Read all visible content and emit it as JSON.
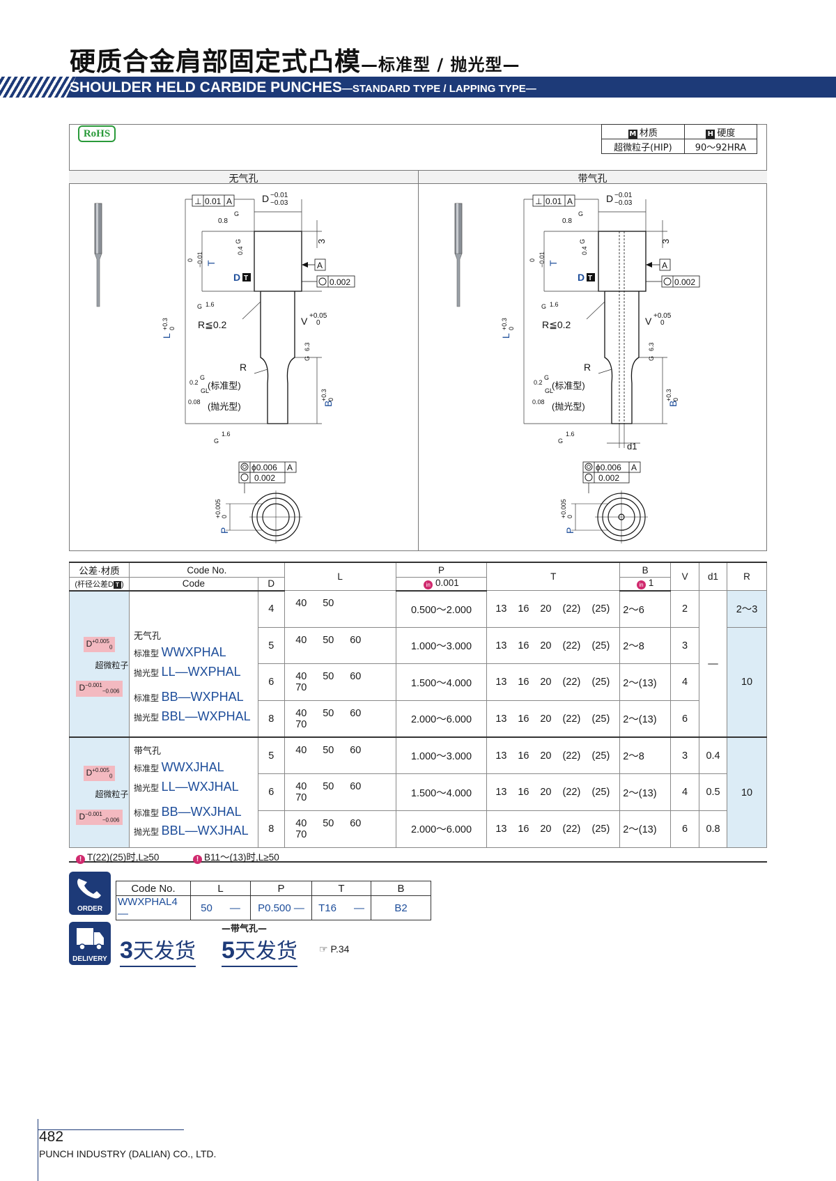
{
  "header": {
    "title_cn": "硬质合金肩部固定式凸模",
    "title_cn_sub": "—标准型 / 抛光型—",
    "title_en": "SHOULDER HELD CARBIDE PUNCHES",
    "title_en_sub": "—STANDARD TYPE / LAPPING TYPE—"
  },
  "rohs": "RoHS",
  "material": {
    "m_icon": "M",
    "h_icon": "H",
    "material_label": "材质",
    "hardness_label": "硬度",
    "material_value": "超微粒子(HIP)",
    "hardness_value": "90～92HRA"
  },
  "sections": {
    "left": "无气孔",
    "right": "带气孔"
  },
  "drawing": {
    "perp": "⊥",
    "perp_val": "0.01",
    "datum": "A",
    "d_label": "D",
    "d_tol_top": "−0.01",
    "d_tol_bot": "−0.03",
    "g": "G",
    "rough_08": "0.8",
    "rough_04": "0.4",
    "rough_16": "1.6",
    "rough_63": "6.3",
    "rough_02": "0.2",
    "rough_008": "0.08",
    "gl": "GL",
    "dim3": "3",
    "t_label": "T",
    "t_tol_top": "0",
    "t_tol_bot": "−0.01",
    "dt": "D",
    "dt_icon": "T",
    "circ_val": "0.002",
    "l_label": "L",
    "l_tol_top": "+0.3",
    "l_tol_bot": "0",
    "r_le": "R≦0.2",
    "v_label": "V",
    "v_tol_top": "+0.05",
    "v_tol_bot": "0",
    "r_label": "R",
    "std": "(标准型)",
    "lap": "(抛光型)",
    "b_label": "B",
    "b_tol_top": "+0.3",
    "b_tol_bot": "0",
    "coax": "ϕ0.006",
    "p_label": "P",
    "p_tol_top": "+0.005",
    "p_tol_bot": "0",
    "d1": "d1"
  },
  "table": {
    "h_tol": "公差·材质",
    "h_tol2": "(杆径公差D",
    "h_codeno": "Code No.",
    "h_code": "Code",
    "h_d": "D",
    "h_l": "L",
    "h_p": "P",
    "h_p_unit": "0.001",
    "h_t": "T",
    "h_b": "B",
    "h_b_unit": "1",
    "h_v": "V",
    "h_d1": "d1",
    "h_r": "R",
    "g1": {
      "tol_d": "D",
      "tol_d_top": "+0.005",
      "tol_d_bot": "0",
      "ideal": "超微粒子",
      "tol_d2": "D",
      "tol_d2_top": "−0.001",
      "tol_d2_bot": "−0.006",
      "hole": "无气孔",
      "std": "标准型",
      "lap": "抛光型",
      "c1": "WWXPHAL",
      "c2": "LL—WXPHAL",
      "c3": "BB—WXPHAL",
      "c4": "BBL—WXPHAL",
      "d1_dash": "—",
      "rows": [
        {
          "d": "4",
          "l": [
            "40",
            "50",
            "",
            ""
          ],
          "p": "0.500～2.000",
          "t": [
            "13",
            "16",
            "20",
            "(22)",
            "(25)"
          ],
          "b": "2～6",
          "v": "2",
          "r": "2～3"
        },
        {
          "d": "5",
          "l": [
            "40",
            "50",
            "60",
            ""
          ],
          "p": "1.000～3.000",
          "t": [
            "13",
            "16",
            "20",
            "(22)",
            "(25)"
          ],
          "b": "2～8",
          "v": "3",
          "r": "10"
        },
        {
          "d": "6",
          "l": [
            "40",
            "50",
            "60",
            "70"
          ],
          "p": "1.500～4.000",
          "t": [
            "13",
            "16",
            "20",
            "(22)",
            "(25)"
          ],
          "b": "2～(13)",
          "v": "4",
          "r": ""
        },
        {
          "d": "8",
          "l": [
            "40",
            "50",
            "60",
            "70"
          ],
          "p": "2.000～6.000",
          "t": [
            "13",
            "16",
            "20",
            "(22)",
            "(25)"
          ],
          "b": "2～(13)",
          "v": "6",
          "r": ""
        }
      ]
    },
    "g2": {
      "tol_d": "D",
      "tol_d_top": "+0.005",
      "tol_d_bot": "0",
      "ideal": "超微粒子",
      "tol_d2": "D",
      "tol_d2_top": "−0.001",
      "tol_d2_bot": "−0.006",
      "hole": "带气孔",
      "std": "标准型",
      "lap": "抛光型",
      "c1": "WWXJHAL",
      "c2": "LL—WXJHAL",
      "c3": "BB—WXJHAL",
      "c4": "BBL—WXJHAL",
      "r": "10",
      "rows": [
        {
          "d": "5",
          "l": [
            "40",
            "50",
            "60",
            ""
          ],
          "p": "1.000～3.000",
          "t": [
            "13",
            "16",
            "20",
            "(22)",
            "(25)"
          ],
          "b": "2～8",
          "v": "3",
          "d1": "0.4"
        },
        {
          "d": "6",
          "l": [
            "40",
            "50",
            "60",
            "70"
          ],
          "p": "1.500～4.000",
          "t": [
            "13",
            "16",
            "20",
            "(22)",
            "(25)"
          ],
          "b": "2～(13)",
          "v": "4",
          "d1": "0.5"
        },
        {
          "d": "8",
          "l": [
            "40",
            "50",
            "60",
            "70"
          ],
          "p": "2.000～6.000",
          "t": [
            "13",
            "16",
            "20",
            "(22)",
            "(25)"
          ],
          "b": "2～(13)",
          "v": "6",
          "d1": "0.8"
        }
      ]
    },
    "note1": "T(22)(25)时,L≥50",
    "note2": "B11～(13)时,L≥50"
  },
  "order": {
    "badge": "ORDER",
    "headers": [
      "Code No.",
      "L",
      "P",
      "T",
      "B"
    ],
    "values": [
      "WWXPHAL4",
      "—",
      "50",
      "—",
      "P0.500",
      "—",
      "T16",
      "—",
      "B2"
    ]
  },
  "delivery": {
    "badge": "DELIVERY",
    "d1_num": "3",
    "d1_text": "天发货",
    "d2_note": "—带气孔—",
    "d2_num": "5",
    "d2_text": "天发货",
    "ref": "☞ P.34"
  },
  "footer": {
    "page": "482",
    "company": "PUNCH INDUSTRY (DALIAN) CO., LTD."
  },
  "colors": {
    "navy": "#1d3a78",
    "blue_text": "#1d4d9a",
    "light_blue": "#dcecf6",
    "pink": "#f3b9c0",
    "green": "#2a9a3a"
  }
}
